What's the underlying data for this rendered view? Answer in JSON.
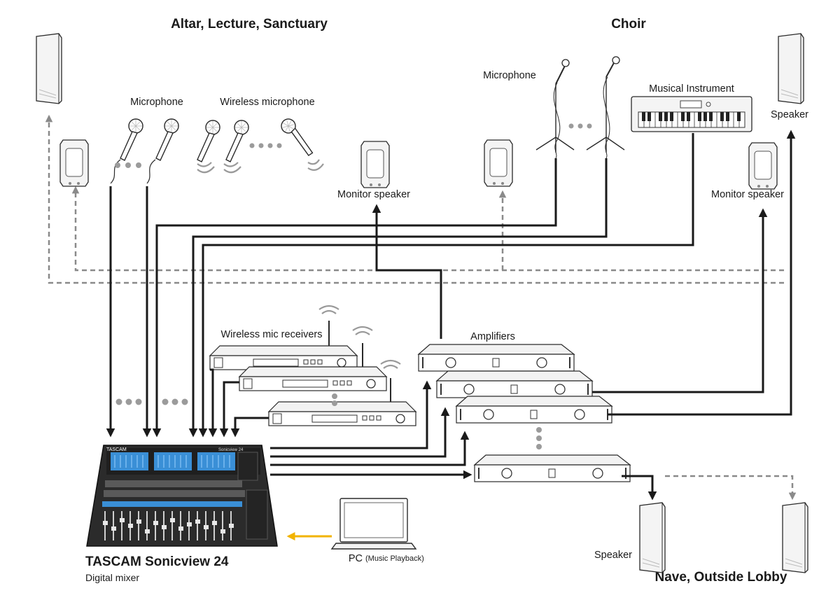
{
  "sections": {
    "altar": "Altar, Lecture, Sanctuary",
    "choir": "Choir",
    "nave": "Nave, Outside Lobby"
  },
  "labels": {
    "microphone_left": "Microphone",
    "wireless_microphone": "Wireless microphone",
    "microphone_choir": "Microphone",
    "musical_instrument": "Musical Instrument",
    "speaker_right": "Speaker",
    "monitor_speaker_center": "Monitor speaker",
    "monitor_speaker_right": "Monitor speaker",
    "wireless_receivers": "Wireless mic receivers",
    "amplifiers": "Amplifiers",
    "speaker_bottom": "Speaker",
    "pc": "PC",
    "pc_note": "(Music Playback)"
  },
  "mixer": {
    "name": "TASCAM Sonicview 24",
    "subtitle": "Digital mixer",
    "brand": "TASCAM",
    "model_plate": "Sonicview 24"
  },
  "colors": {
    "wire": "#1a1a1a",
    "dashed_wire": "#8a8a8a",
    "pc_arrow": "#f2b300",
    "mixer_body": "#2b2b2b",
    "mixer_screen": "#3a8fd6"
  },
  "icons": [
    "speaker-icon",
    "microphone-icon",
    "wireless-signal-icon",
    "microphone-stand-icon",
    "keyboard-icon",
    "rack-unit-icon",
    "laptop-icon",
    "mixer-icon"
  ]
}
